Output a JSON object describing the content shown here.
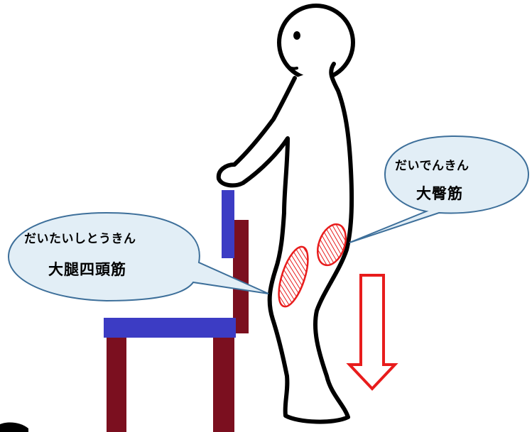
{
  "labels": {
    "quadriceps": {
      "reading": "だいたいしとうきん",
      "name": "大腿四頭筋"
    },
    "gluteus": {
      "reading": "だいでんきん",
      "name": "大臀筋"
    }
  },
  "colors": {
    "chair_seat": "#3c3cc4",
    "chair_frame": "#7b0f1f",
    "bubble_fill": "#e2eef6",
    "bubble_stroke": "#3d6f9a",
    "muscle": "#e81c1c",
    "arrow": "#e81c1c",
    "outline": "#000000"
  }
}
